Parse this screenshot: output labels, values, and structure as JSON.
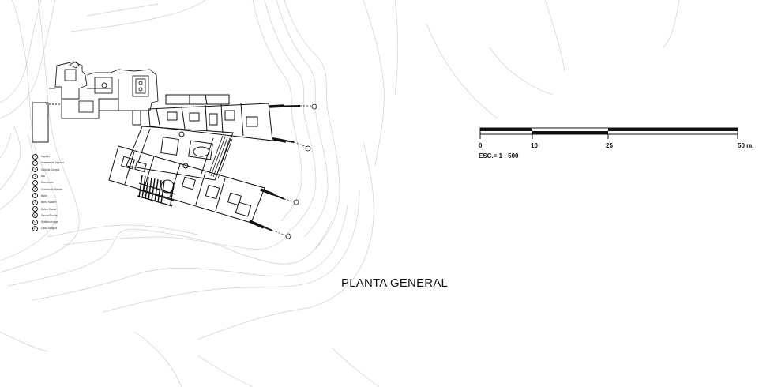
{
  "drawing": {
    "title": "PLANTA GENERAL",
    "scale_text": "ESC.= 1 : 500",
    "scale_ticks": [
      "0",
      "10",
      "25",
      "50 m."
    ]
  },
  "legend": [
    {
      "num": "1",
      "label": "Ingreso"
    },
    {
      "num": "2",
      "label": "Hombre de Ingreso"
    },
    {
      "num": "3",
      "label": "Sala de Juegos"
    },
    {
      "num": "4",
      "label": "Bar"
    },
    {
      "num": "5",
      "label": "Dormitorio"
    },
    {
      "num": "6",
      "label": "Dormitorio Master"
    },
    {
      "num": "7",
      "label": "Baño"
    },
    {
      "num": "8",
      "label": "Baño Master"
    },
    {
      "num": "9",
      "label": "Salón Social"
    },
    {
      "num": "10",
      "label": "Sauna/Ducha"
    },
    {
      "num": "11",
      "label": "Walkinstorage"
    },
    {
      "num": "12",
      "label": "Casa Antigua"
    }
  ]
}
